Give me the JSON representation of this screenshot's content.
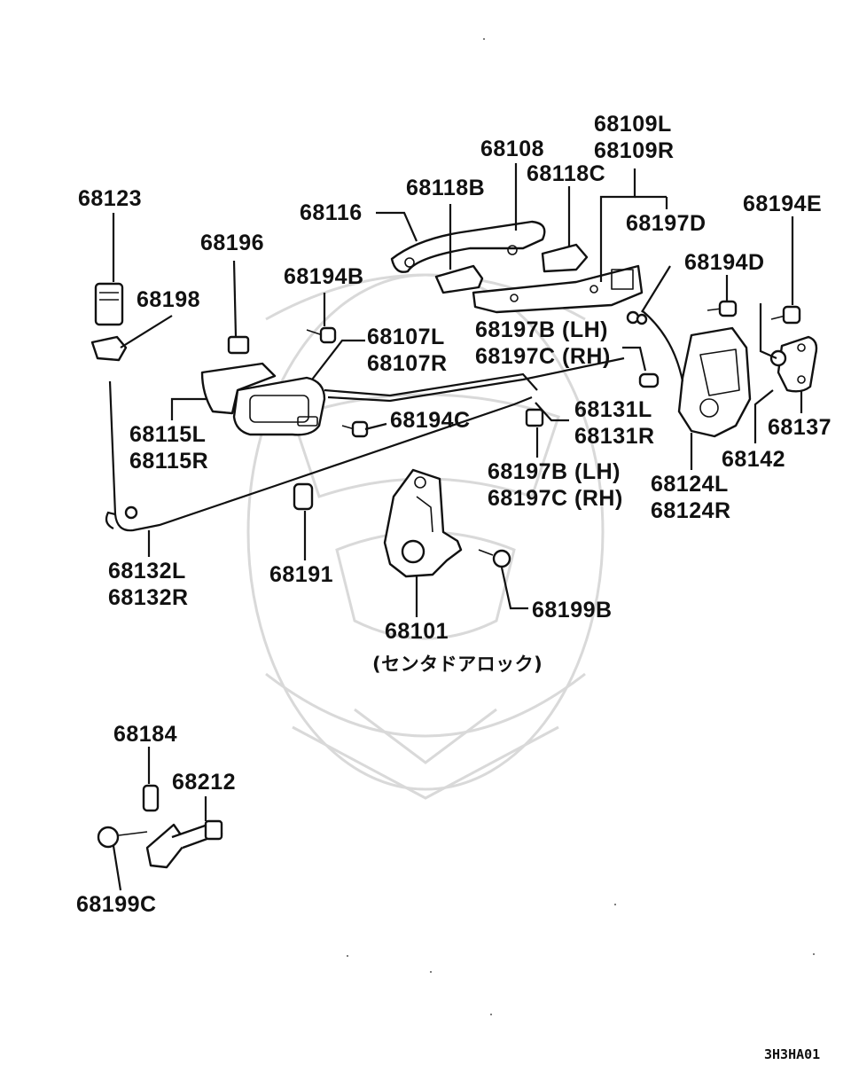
{
  "callouts": [
    {
      "id": "c68123",
      "lines": [
        "68123"
      ]
    },
    {
      "id": "c68198",
      "lines": [
        "68198"
      ]
    },
    {
      "id": "c68196",
      "lines": [
        "68196"
      ]
    },
    {
      "id": "c68194B",
      "lines": [
        "68194B"
      ]
    },
    {
      "id": "c68116",
      "lines": [
        "68116"
      ]
    },
    {
      "id": "c68118B",
      "lines": [
        "68118B"
      ]
    },
    {
      "id": "c68108",
      "lines": [
        "68108"
      ]
    },
    {
      "id": "c68118C",
      "lines": [
        "68118C"
      ]
    },
    {
      "id": "c68109",
      "lines": [
        "68109L",
        "68109R"
      ]
    },
    {
      "id": "c68197D",
      "lines": [
        "68197D"
      ]
    },
    {
      "id": "c68194E",
      "lines": [
        "68194E"
      ]
    },
    {
      "id": "c68194D",
      "lines": [
        "68194D"
      ]
    },
    {
      "id": "c68107",
      "lines": [
        "68107L",
        "68107R"
      ]
    },
    {
      "id": "c68197BC1",
      "lines": [
        "68197B (LH)",
        "68197C (RH)"
      ]
    },
    {
      "id": "c68115",
      "lines": [
        "68115L",
        "68115R"
      ]
    },
    {
      "id": "c68194C",
      "lines": [
        "68194C"
      ]
    },
    {
      "id": "c68131",
      "lines": [
        "68131L",
        "68131R"
      ]
    },
    {
      "id": "c68137",
      "lines": [
        "68137"
      ]
    },
    {
      "id": "c68142",
      "lines": [
        "68142"
      ]
    },
    {
      "id": "c68197BC2",
      "lines": [
        "68197B (LH)",
        "68197C (RH)"
      ]
    },
    {
      "id": "c68124",
      "lines": [
        "68124L",
        "68124R"
      ]
    },
    {
      "id": "c68132",
      "lines": [
        "68132L",
        "68132R"
      ]
    },
    {
      "id": "c68191",
      "lines": [
        "68191"
      ]
    },
    {
      "id": "c68199B",
      "lines": [
        "68199B"
      ]
    },
    {
      "id": "c68101",
      "lines": [
        "68101",
        "(センタドアロック)"
      ]
    },
    {
      "id": "c68184",
      "lines": [
        "68184"
      ]
    },
    {
      "id": "c68212",
      "lines": [
        "68212"
      ]
    },
    {
      "id": "c68199C",
      "lines": [
        "68199C"
      ]
    }
  ],
  "diagram_code": "3H3HA01"
}
